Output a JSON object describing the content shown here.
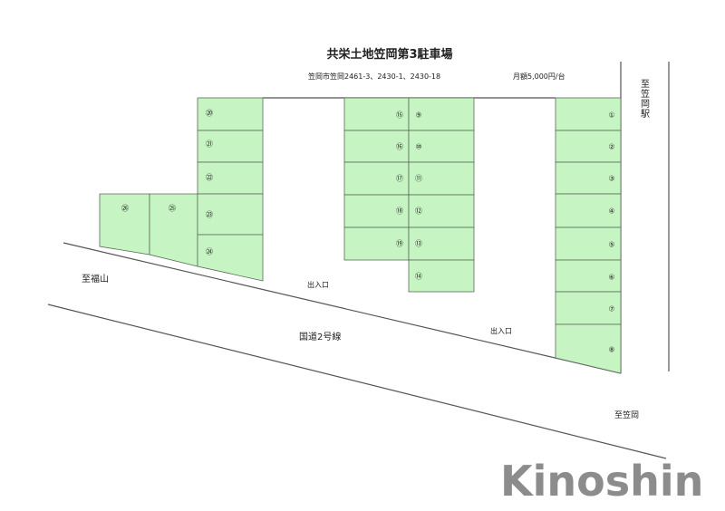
{
  "title": "共栄土地笠岡第3駐車場",
  "address": "笠岡市笠岡2461-3、2430-1、2430-18",
  "price": "月額5,000円/台",
  "labels": {
    "to_kasaoka_station": "至笠岡駅",
    "to_fukuyama": "至福山",
    "to_kasaoka": "至笠岡",
    "route": "国道2号線",
    "entrance_1": "出入口",
    "entrance_2": "出入口"
  },
  "lots": {
    "l1": "①",
    "l2": "②",
    "l3": "③",
    "l4": "④",
    "l5": "⑤",
    "l6": "⑥",
    "l7": "⑦",
    "l8": "⑧",
    "l9": "⑨",
    "l10": "⑩",
    "l11": "⑪",
    "l12": "⑫",
    "l13": "⑬",
    "l14": "⑭",
    "l15": "⑮",
    "l16": "⑯",
    "l17": "⑰",
    "l18": "⑱",
    "l19": "⑲",
    "l20": "⑳",
    "l21": "㉑",
    "l22": "㉒",
    "l23": "㉓",
    "l24": "㉔",
    "l25": "㉕",
    "l26": "㉖"
  },
  "watermark": "Kinoshin"
}
